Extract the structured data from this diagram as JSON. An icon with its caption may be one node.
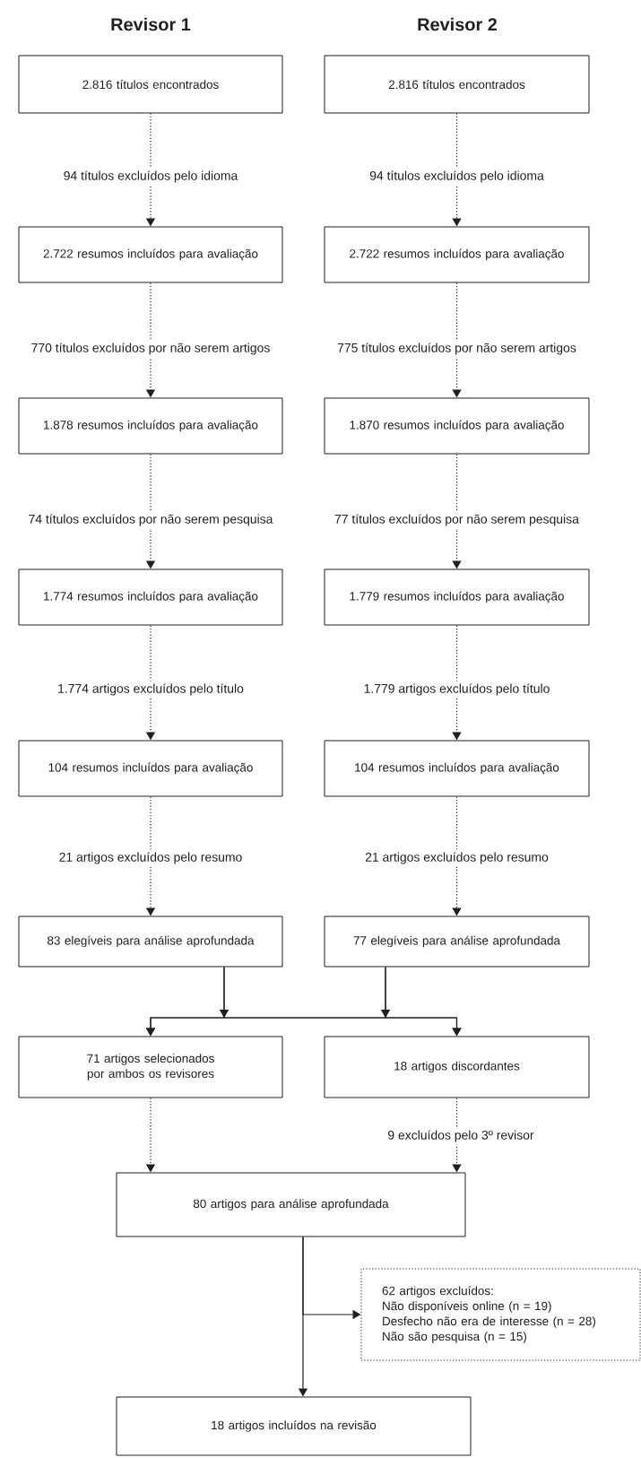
{
  "diagram": {
    "nodes": [
      {
        "text": [
          "2.816 títulos encontrados"
        ]
      },
      {
        "text": [
          "2.816 títulos encontrados"
        ]
      },
      {
        "text": [
          "2.722 resumos incluídos para avaliação"
        ]
      },
      {
        "text": [
          "2.722 resumos incluídos para avaliação"
        ]
      },
      {
        "text": [
          "1.878 resumos incluídos para avaliação"
        ]
      },
      {
        "text": [
          "1.870 resumos incluídos para avaliação"
        ]
      },
      {
        "text": [
          "1.774 resumos incluídos para avaliação"
        ]
      },
      {
        "text": [
          "1.779 resumos incluídos para avaliação"
        ]
      },
      {
        "text": [
          "104 resumos incluídos para avaliação"
        ]
      },
      {
        "text": [
          "104 resumos incluídos para avaliação"
        ]
      },
      {
        "text": [
          "83 elegíveis para análise aprofundada"
        ]
      },
      {
        "text": [
          "77 elegíveis para análise aprofundada"
        ]
      },
      {
        "text": [
          "71 artigos selecionados por ambos os revisores"
        ]
      },
      {
        "text": [
          "18 artigos discordantes"
        ]
      },
      {
        "text": [
          "80 artigos para análise aprofundada"
        ]
      },
      {
        "text": [
          "62 artigos excluídos:",
          "Não disponíveis online (n = 19)",
          "Desfecho não era de interesse (n = 28)",
          "Não são pesquisa (n = 15)"
        ]
      },
      {
        "text": [
          "18 artigos incluídos na revisão"
        ]
      }
    ],
    "edges": [
      {
        "from": 0,
        "to": 2,
        "arrow": "to",
        "style": "dashed",
        "label": "94 títulos excluídos pelo idioma"
      },
      {
        "from": 1,
        "to": 3,
        "arrow": "to",
        "style": "dashed",
        "label": "94 títulos excluídos pelo idioma"
      },
      {
        "from": 2,
        "to": 4,
        "arrow": "to",
        "style": "dashed",
        "label": "770 títulos excluídos por não serem artigos"
      },
      {
        "from": 3,
        "to": 5,
        "arrow": "to",
        "style": "dashed",
        "label": "775 títulos excluídos por não serem artigos"
      },
      {
        "from": 4,
        "to": 6,
        "arrow": "to",
        "style": "dashed",
        "label": "74 títulos excluídos por não serem pesquisa"
      },
      {
        "from": 5,
        "to": 7,
        "arrow": "to",
        "style": "dashed",
        "label": "77 títulos excluídos por não serem pesquisa"
      },
      {
        "from": 6,
        "to": 8,
        "arrow": "to",
        "style": "dashed",
        "label": "1.774 artigos excluídos pelo título"
      },
      {
        "from": 7,
        "to": 9,
        "arrow": "to",
        "style": "dashed",
        "label": "1.779 artigos excluídos pelo título"
      },
      {
        "from": 8,
        "to": 10,
        "arrow": "to",
        "style": "dashed",
        "label": "21 artigos excluídos pelo resumo"
      },
      {
        "from": 9,
        "to": 11,
        "arrow": "to",
        "style": "dashed",
        "label": "21 artigos excluídos pelo resumo"
      },
      {
        "from": 10,
        "to": 12,
        "arrow": "to"
      },
      {
        "from": 10,
        "to": 13,
        "arrow": "to"
      },
      {
        "from": 11,
        "to": 12,
        "arrow": "to"
      },
      {
        "from": 11,
        "to": 13,
        "arrow": "to"
      },
      {
        "from": 12,
        "to": 14,
        "arrow": "to",
        "style": "dashed"
      },
      {
        "from": 13,
        "to": 14,
        "arrow": "to",
        "style": "dashed",
        "label": "9 excluídos pelo 3º revisor"
      },
      {
        "from": 14,
        "to": 15,
        "arrow": "to"
      },
      {
        "from": 14,
        "to": 16,
        "arrow": "to"
      }
    ],
    "labels": [
      "Revisor 1",
      "Revisor 2"
    ]
  }
}
